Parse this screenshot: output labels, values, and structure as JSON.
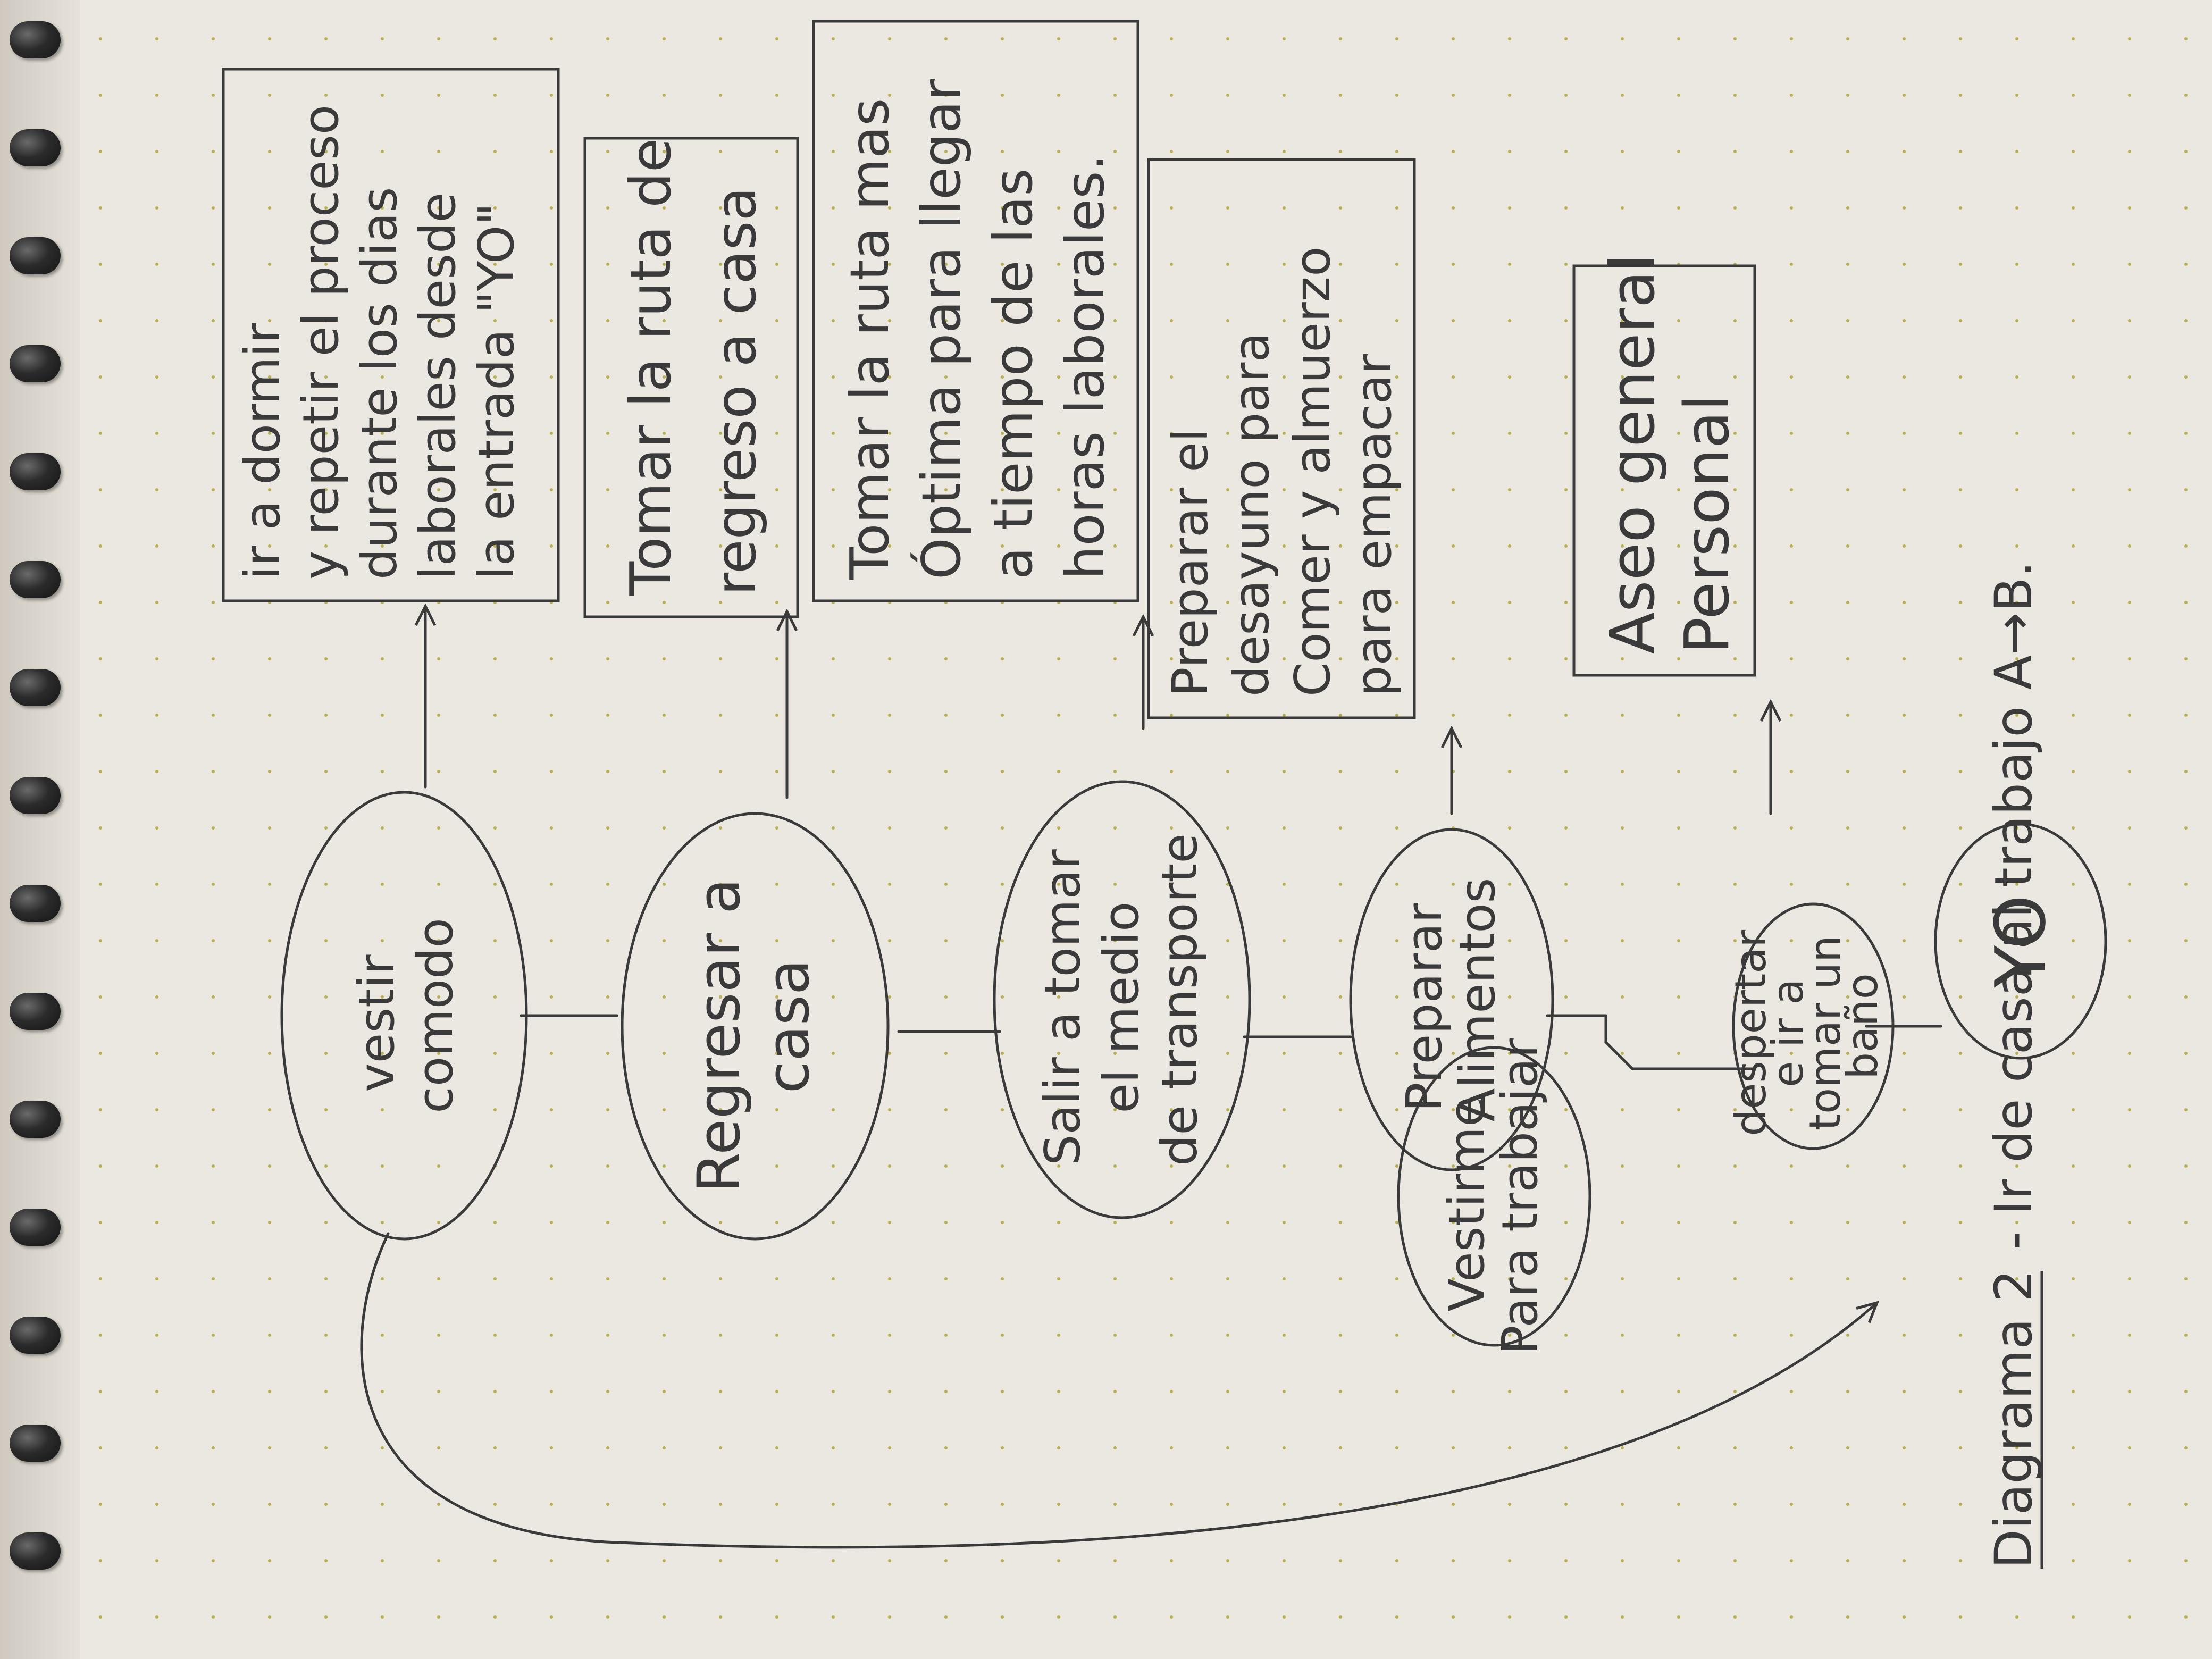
{
  "title": {
    "label": "Diagrama 2",
    "rest": "- Ir de casa al trabajo A→B."
  },
  "nodes": {
    "yo": {
      "lines": [
        "YO"
      ]
    },
    "despertar": {
      "lines": [
        "despertar",
        "e ir a",
        "tomar un",
        "baño"
      ]
    },
    "vestirme": {
      "lines": [
        "Vestirme",
        "Para trabajar"
      ]
    },
    "preparar_alimentos": {
      "lines": [
        "Preparar",
        "Alimentos"
      ]
    },
    "salir": {
      "lines": [
        "Salir a tomar",
        "el medio",
        "de transporte"
      ]
    },
    "regresar": {
      "lines": [
        "Regresar a",
        "casa"
      ]
    },
    "vestir_comodo": {
      "lines": [
        "vestir",
        "comodo"
      ]
    }
  },
  "boxes": {
    "aseo": {
      "lines": [
        "Aseo general",
        "Personal"
      ]
    },
    "preparar_desayuno": {
      "lines": [
        "Preparar el",
        "desayuno para",
        "Comer y almuerzo",
        "para empacar"
      ]
    },
    "tomar_ruta": {
      "lines": [
        "Tomar la ruta mas",
        "Óptima para llegar",
        "a tiempo de las",
        "horas laborales."
      ]
    },
    "tomar_regreso": {
      "lines": [
        "Tomar la ruta de",
        "regreso a casa"
      ]
    },
    "ir_dormir": {
      "lines": [
        "ir a dormir",
        "y repetir el proceso",
        "durante los dias",
        "laborales desde",
        "la entrada \"YO\""
      ]
    }
  },
  "colors": {
    "ink": "#3a3a3a",
    "paper": "#ebe8e2",
    "dots": "#b9b04f"
  }
}
